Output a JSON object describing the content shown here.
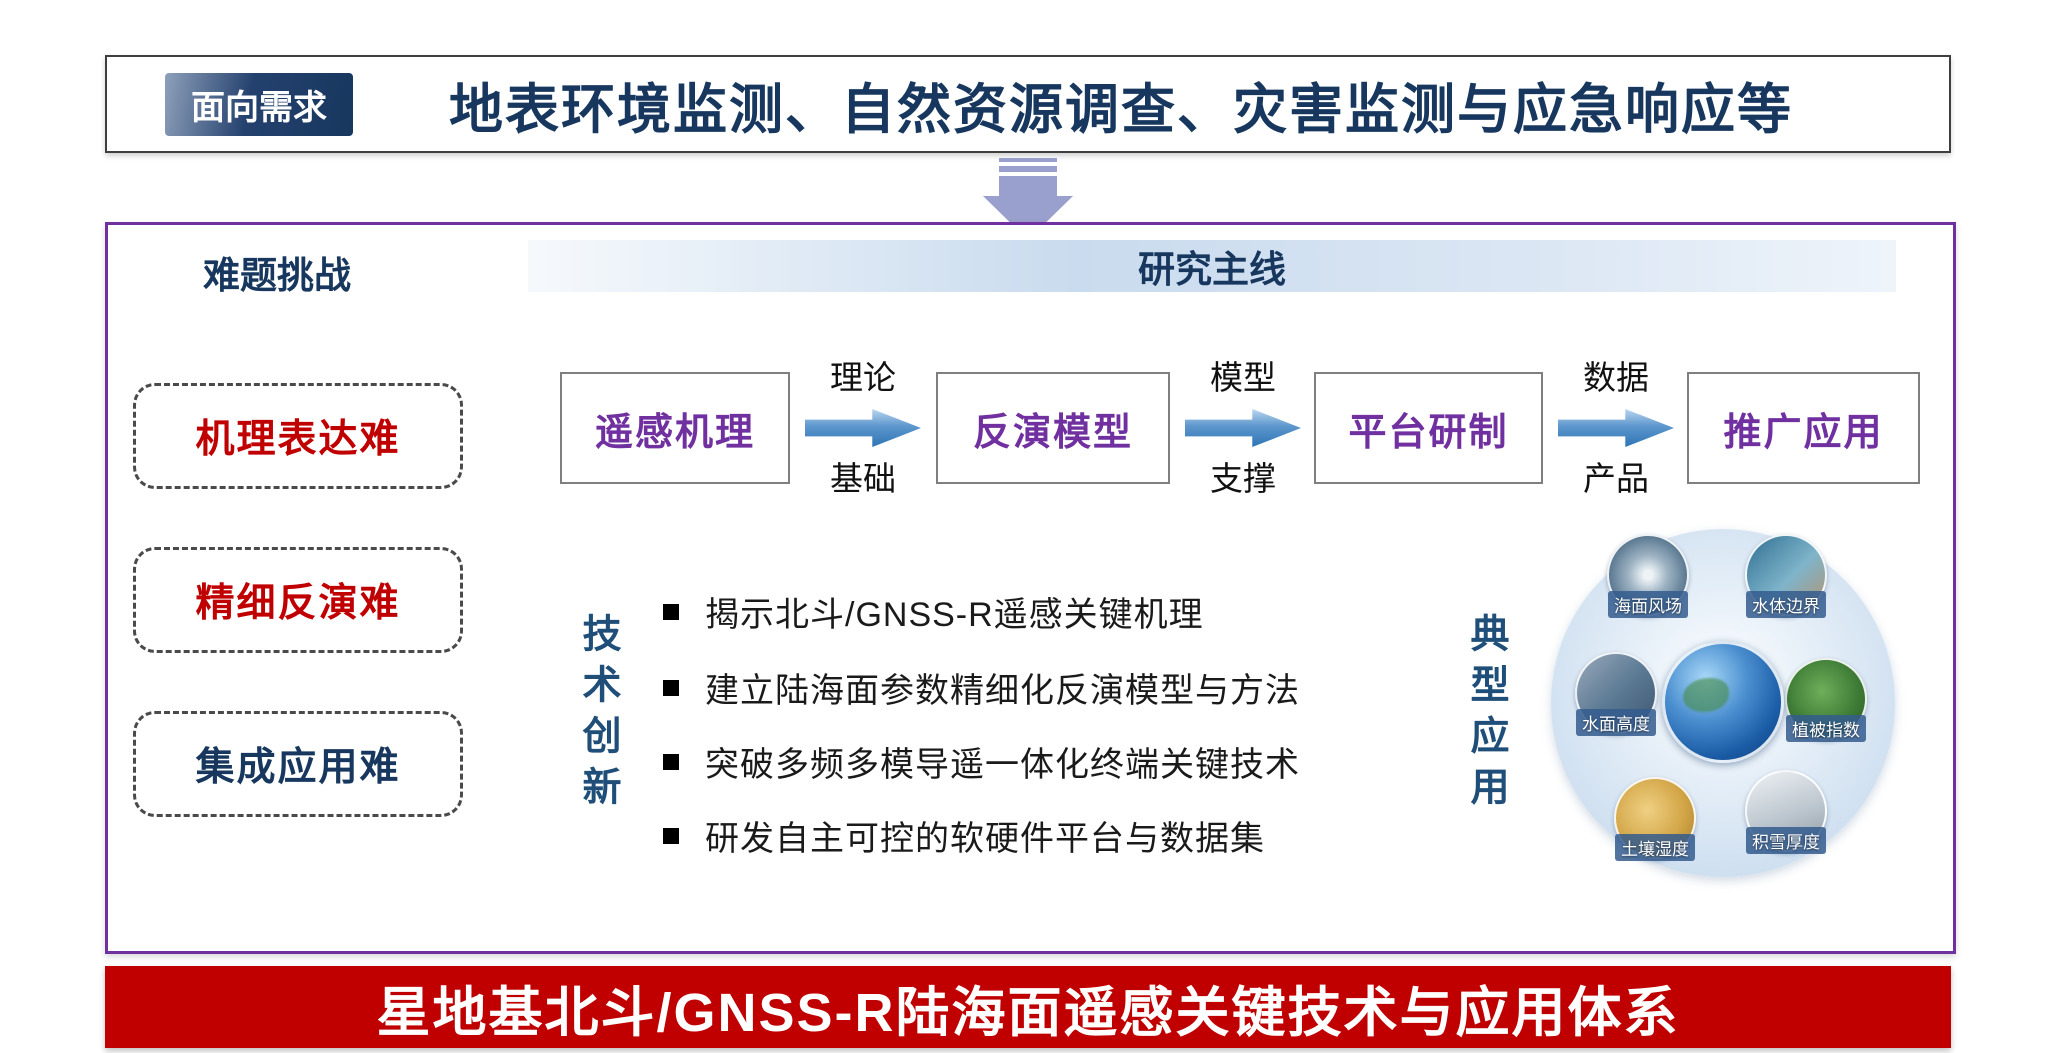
{
  "colors": {
    "navy": "#17375E",
    "panel_border_purple": "#7030A0",
    "flow_text_purple": "#7030A0",
    "challenge_red": "#C00000",
    "banner_red": "#C00000",
    "flow_arrow_blue": "#2E74B5",
    "down_arrow_lavender": "#9AA0CD",
    "vertical_label_blue": "#1F4E79"
  },
  "top_banner": {
    "tag": "面向需求",
    "title": "地表环境监测、自然资源调查、灾害监测与应急响应等"
  },
  "main": {
    "challenges_header": "难题挑战",
    "mainline_header": "研究主线",
    "challenges": [
      "机理表达难",
      "精细反演难",
      "集成应用难"
    ],
    "flow_steps": [
      "遥感机理",
      "反演模型",
      "平台研制",
      "推广应用"
    ],
    "flow_links": [
      {
        "top": "理论",
        "bottom": "基础"
      },
      {
        "top": "模型",
        "bottom": "支撑"
      },
      {
        "top": "数据",
        "bottom": "产品"
      }
    ],
    "tech_label": "技术创新",
    "bullets": [
      "揭示北斗/GNSS-R遥感关键机理",
      "建立陆海面参数精细化反演模型与方法",
      "突破多频多模导遥一体化终端关键技术",
      "研发自主可控的软硬件平台与数据集"
    ],
    "apps_label": "典型应用",
    "applications": [
      "海面风场",
      "水体边界",
      "水面高度",
      "植被指数",
      "土壤湿度",
      "积雪厚度"
    ]
  },
  "bottom_banner": "星地基北斗/GNSS-R陆海面遥感关键技术与应用体系"
}
